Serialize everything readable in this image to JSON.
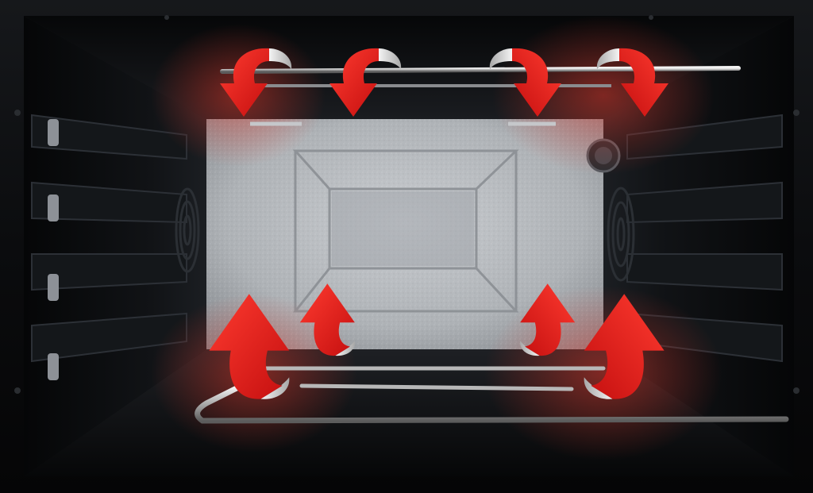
{
  "scene": {
    "subject": "oven-interior",
    "arrow_color": "#e81f1f",
    "arrow_groups": {
      "top": {
        "count": 4,
        "direction": "down"
      },
      "bottom": {
        "count": 4,
        "direction": "up"
      }
    },
    "colors": {
      "cavity": "#050607",
      "back_wall": "#b9bcc0",
      "heating_element": "#c9c9c9",
      "glow": "#ff3a2a"
    }
  }
}
